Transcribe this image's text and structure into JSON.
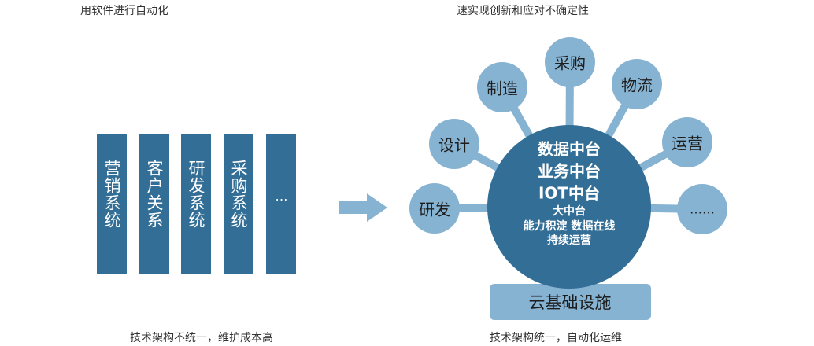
{
  "left": {
    "top_text": "用软件进行自动化",
    "systems": [
      "营销系统",
      "客户关系",
      "研发系统",
      "采购系统",
      "…"
    ],
    "caption": "技术架构不统一，维护成本高"
  },
  "right": {
    "top_text": "速实现创新和应对不确定性",
    "satellites": [
      "研发",
      "设计",
      "制造",
      "采购",
      "物流",
      "运营",
      "……"
    ],
    "center": {
      "lines": [
        "数据中台",
        "业务中台",
        "IOT中台"
      ],
      "sub_lines": [
        "大中台",
        "能力积淀 数据在线",
        "持续运营"
      ]
    },
    "cloud": "云基础设施",
    "caption": "技术架构统一，自动化运维"
  },
  "colors": {
    "bar": "#336e96",
    "hub_dark": "#336e96",
    "satellite": "#87b3d3",
    "arrow": "#87b3d3"
  }
}
